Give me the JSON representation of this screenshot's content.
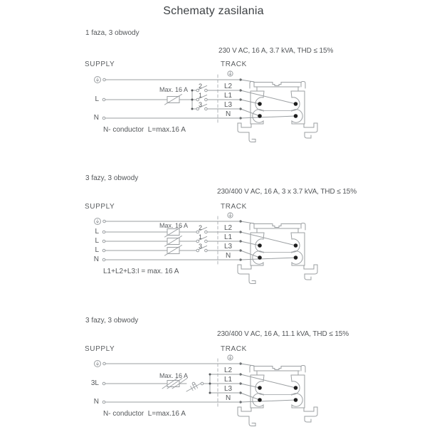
{
  "title": "Schematy zasilania",
  "sections": [
    {
      "label": "1 faza, 3 obwody",
      "spec": "230 V AC, 16 A, 3.7 kVA, THD ≤ 15%",
      "supply_header": "SUPPLY",
      "track_header": "TRACK",
      "supply_labels": [
        "L",
        "N"
      ],
      "fuse_label": "Max. 16 A",
      "switch_numbers": [
        "2",
        "1",
        "3"
      ],
      "track_labels": [
        "L2",
        "L1",
        "L3",
        "N"
      ],
      "note": "N- conductor  L=max.16 A"
    },
    {
      "label": "3 fazy, 3 obwody",
      "spec": "230/400 V AC, 16 A, 3 x 3.7 kVA, THD ≤ 15%",
      "supply_header": "SUPPLY",
      "track_header": "TRACK",
      "supply_labels": [
        "L",
        "L",
        "L",
        "N"
      ],
      "fuse_label": "Max. 16 A",
      "switch_numbers": [
        "2",
        "1",
        "3"
      ],
      "track_labels": [
        "L2",
        "L1",
        "L3",
        "N"
      ],
      "note": "L1+L2+L3:I = max. 16 A"
    },
    {
      "label": "3 fazy, 3 obwody",
      "spec": "230/400 V AC, 16 A, 11.1 kVA, THD ≤ 15%",
      "supply_header": "SUPPLY",
      "track_header": "TRACK",
      "supply_labels": [
        "3L",
        "N"
      ],
      "fuse_label": "Max. 16 A",
      "track_labels": [
        "L2",
        "L1",
        "L3",
        "N"
      ],
      "note": "N- conductor  L=max.16 A"
    }
  ],
  "colors": {
    "line": "#9b9fa2",
    "dark_dot": "#1e1e1e",
    "text": "#54575a"
  },
  "icons": {
    "ground": "earth / circled down-arrow",
    "fuse": "rect with diagonal blade",
    "switch": "two contacts with blade"
  }
}
